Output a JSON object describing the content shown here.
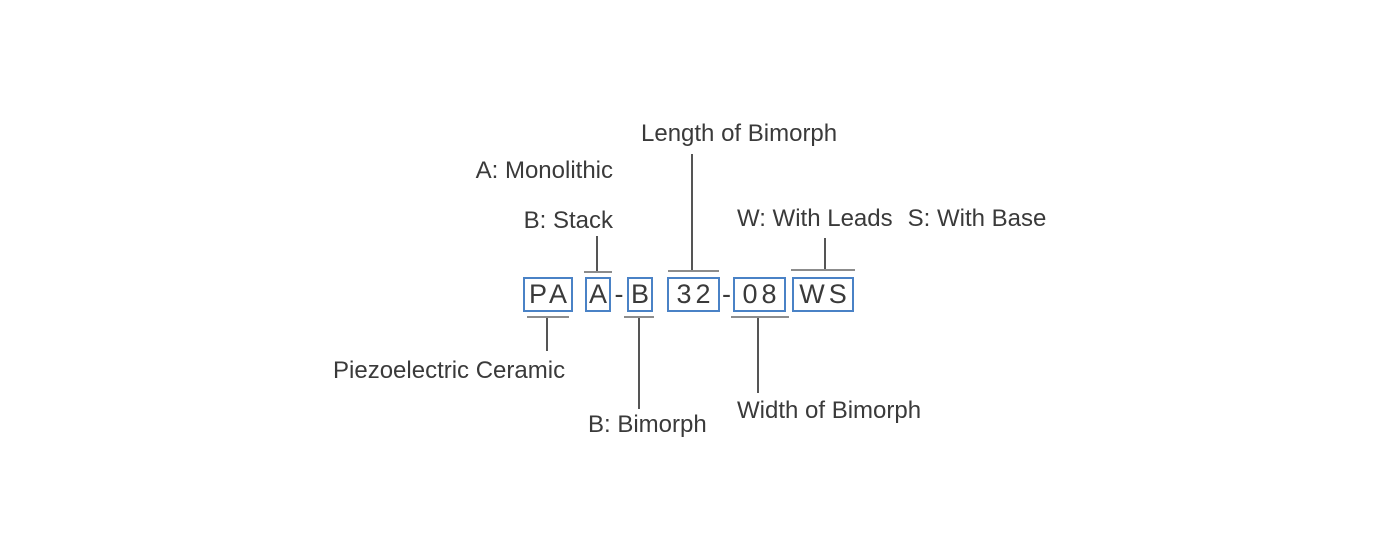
{
  "diagram": {
    "code": {
      "full_code": "PA A-B 32-08 WS",
      "segments": [
        {
          "text": "PA",
          "boxed": true,
          "meaning": "Piezoelectric Ceramic"
        },
        {
          "text": "A",
          "boxed": true,
          "meaning": "A: Monolithic / B: Stack"
        },
        {
          "text": "-",
          "boxed": false,
          "meaning": "separator"
        },
        {
          "text": "B",
          "boxed": true,
          "meaning": "B: Bimorph"
        },
        {
          "text": "32",
          "boxed": true,
          "meaning": "Length of Bimorph"
        },
        {
          "text": "-",
          "boxed": false,
          "meaning": "separator"
        },
        {
          "text": "08",
          "boxed": true,
          "meaning": "Width of Bimorph"
        },
        {
          "text": "WS",
          "boxed": true,
          "meaning": "W: With Leads / S: With Base"
        }
      ]
    },
    "labels": {
      "length_of_bimorph": "Length of Bimorph",
      "a_monolithic": "A: Monolithic",
      "b_stack": "B: Stack",
      "w_with_leads": "W: With Leads",
      "s_with_base": "S: With Base",
      "piezoelectric_ceramic": "Piezoelectric Ceramic",
      "b_bimorph": "B: Bimorph",
      "width_of_bimorph": "Width of Bimorph"
    },
    "colors": {
      "accent_blue": "#4a82c6",
      "bar_gray": "#8c8c8c",
      "connector_gray": "#555555",
      "text_dark": "#3a3a3a",
      "background": "#ffffff"
    }
  }
}
